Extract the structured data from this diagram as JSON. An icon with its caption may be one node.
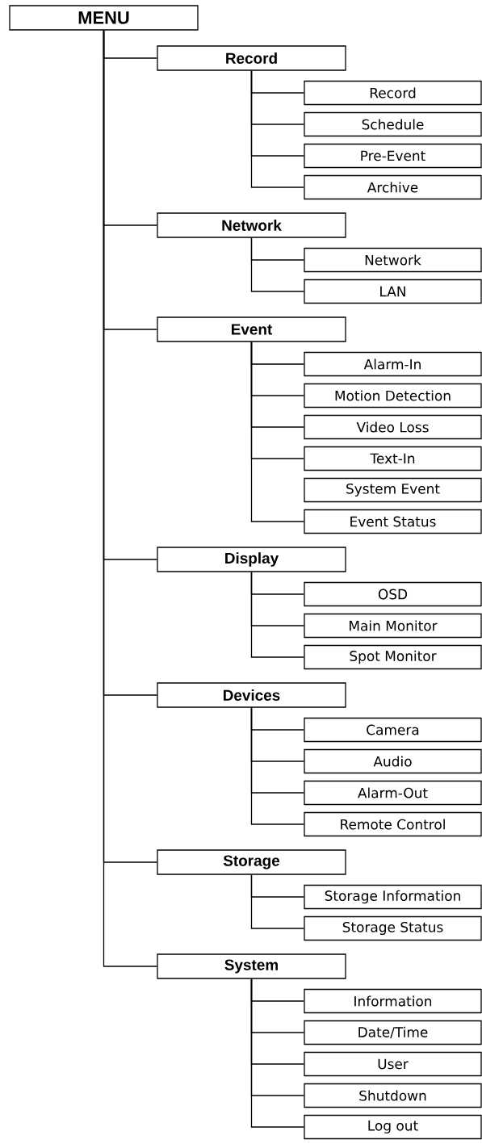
{
  "diagram": {
    "nodes": [
      {
        "text": [
          "MENU"
        ]
      },
      {
        "text": [
          "Record"
        ]
      },
      {
        "text": [
          "Record"
        ]
      },
      {
        "text": [
          "Schedule"
        ]
      },
      {
        "text": [
          "Pre-Event"
        ]
      },
      {
        "text": [
          "Archive"
        ]
      },
      {
        "text": [
          "Network"
        ]
      },
      {
        "text": [
          "Network"
        ]
      },
      {
        "text": [
          "LAN"
        ]
      },
      {
        "text": [
          "Event"
        ]
      },
      {
        "text": [
          "Alarm-In"
        ]
      },
      {
        "text": [
          "Motion Detection"
        ]
      },
      {
        "text": [
          "Video Loss"
        ]
      },
      {
        "text": [
          "Text-In"
        ]
      },
      {
        "text": [
          "System Event"
        ]
      },
      {
        "text": [
          "Event Status"
        ]
      },
      {
        "text": [
          "Display"
        ]
      },
      {
        "text": [
          "OSD"
        ]
      },
      {
        "text": [
          "Main Monitor"
        ]
      },
      {
        "text": [
          "Spot Monitor"
        ]
      },
      {
        "text": [
          "Devices"
        ]
      },
      {
        "text": [
          "Camera"
        ]
      },
      {
        "text": [
          "Audio"
        ]
      },
      {
        "text": [
          "Alarm-Out"
        ]
      },
      {
        "text": [
          "Remote Control"
        ]
      },
      {
        "text": [
          "Storage"
        ]
      },
      {
        "text": [
          "Storage Information"
        ]
      },
      {
        "text": [
          "Storage Status"
        ]
      },
      {
        "text": [
          "System"
        ]
      },
      {
        "text": [
          "Information"
        ]
      },
      {
        "text": [
          "Date/Time"
        ]
      },
      {
        "text": [
          "User"
        ]
      },
      {
        "text": [
          "Shutdown"
        ]
      },
      {
        "text": [
          "Log out"
        ]
      }
    ],
    "edges": [
      {
        "from": 0,
        "to": 1,
        "arrow": "none"
      },
      {
        "from": 1,
        "to": 2,
        "arrow": "none"
      },
      {
        "from": 1,
        "to": 3,
        "arrow": "none"
      },
      {
        "from": 1,
        "to": 4,
        "arrow": "none"
      },
      {
        "from": 1,
        "to": 5,
        "arrow": "none"
      },
      {
        "from": 0,
        "to": 6,
        "arrow": "none"
      },
      {
        "from": 6,
        "to": 7,
        "arrow": "none"
      },
      {
        "from": 6,
        "to": 8,
        "arrow": "none"
      },
      {
        "from": 0,
        "to": 9,
        "arrow": "none"
      },
      {
        "from": 9,
        "to": 10,
        "arrow": "none"
      },
      {
        "from": 9,
        "to": 11,
        "arrow": "none"
      },
      {
        "from": 9,
        "to": 12,
        "arrow": "none"
      },
      {
        "from": 9,
        "to": 13,
        "arrow": "none"
      },
      {
        "from": 9,
        "to": 15,
        "arrow": "none"
      },
      {
        "from": 0,
        "to": 16,
        "arrow": "none"
      },
      {
        "from": 16,
        "to": 17,
        "arrow": "none"
      },
      {
        "from": 16,
        "to": 18,
        "arrow": "none"
      },
      {
        "from": 16,
        "to": 19,
        "arrow": "none"
      },
      {
        "from": 0,
        "to": 20,
        "arrow": "none"
      },
      {
        "from": 20,
        "to": 21,
        "arrow": "none"
      },
      {
        "from": 20,
        "to": 22,
        "arrow": "none"
      },
      {
        "from": 20,
        "to": 23,
        "arrow": "none"
      },
      {
        "from": 20,
        "to": 24,
        "arrow": "none"
      },
      {
        "from": 0,
        "to": 25,
        "arrow": "none"
      },
      {
        "from": 25,
        "to": 26,
        "arrow": "none"
      },
      {
        "from": 25,
        "to": 27,
        "arrow": "none"
      },
      {
        "from": 0,
        "to": 28,
        "arrow": "none"
      },
      {
        "from": 28,
        "to": 29,
        "arrow": "none"
      },
      {
        "from": 28,
        "to": 30,
        "arrow": "none"
      },
      {
        "from": 28,
        "to": 31,
        "arrow": "none"
      },
      {
        "from": 28,
        "to": 32,
        "arrow": "none"
      },
      {
        "from": 28,
        "to": 33,
        "arrow": "none"
      }
    ]
  }
}
